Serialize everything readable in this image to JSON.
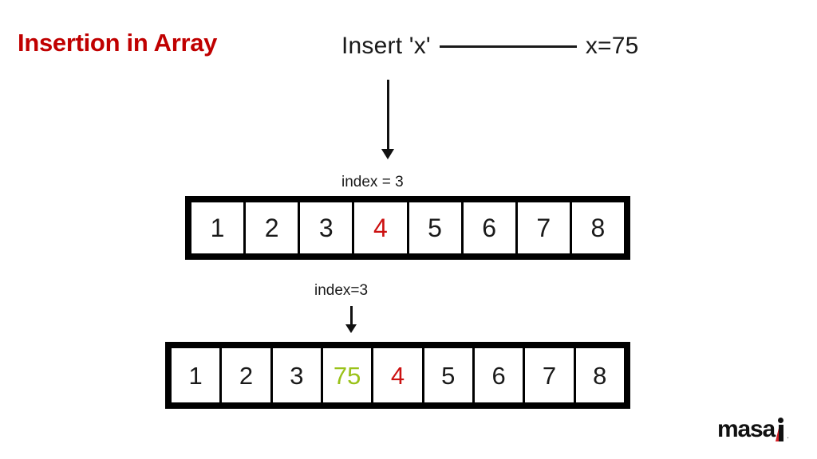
{
  "slide": {
    "title": "Insertion in Array",
    "title_color": "#c00000",
    "background": "#ffffff"
  },
  "header": {
    "insert_label": "Insert 'x'",
    "connector": "————————",
    "value_label": "x=75"
  },
  "captions": {
    "top_index": "index = 3",
    "bottom_index": "index=3"
  },
  "arrays": {
    "before": {
      "name": "original-array",
      "cells": [
        {
          "value": "1",
          "color": "#1a1a1a"
        },
        {
          "value": "2",
          "color": "#1a1a1a"
        },
        {
          "value": "3",
          "color": "#1a1a1a"
        },
        {
          "value": "4",
          "color": "#cc1111"
        },
        {
          "value": "5",
          "color": "#1a1a1a"
        },
        {
          "value": "6",
          "color": "#1a1a1a"
        },
        {
          "value": "7",
          "color": "#1a1a1a"
        },
        {
          "value": "8",
          "color": "#1a1a1a"
        }
      ]
    },
    "after": {
      "name": "result-array",
      "cells": [
        {
          "value": "1",
          "color": "#1a1a1a"
        },
        {
          "value": "2",
          "color": "#1a1a1a"
        },
        {
          "value": "3",
          "color": "#1a1a1a"
        },
        {
          "value": "75",
          "color": "#9ac21a"
        },
        {
          "value": "4",
          "color": "#cc1111"
        },
        {
          "value": "5",
          "color": "#1a1a1a"
        },
        {
          "value": "6",
          "color": "#1a1a1a"
        },
        {
          "value": "7",
          "color": "#1a1a1a"
        },
        {
          "value": "8",
          "color": "#1a1a1a"
        }
      ]
    }
  },
  "logo": {
    "word_start": "masa",
    "letter_i": "i",
    "registered": ".",
    "accent_color": "#d81f26"
  }
}
